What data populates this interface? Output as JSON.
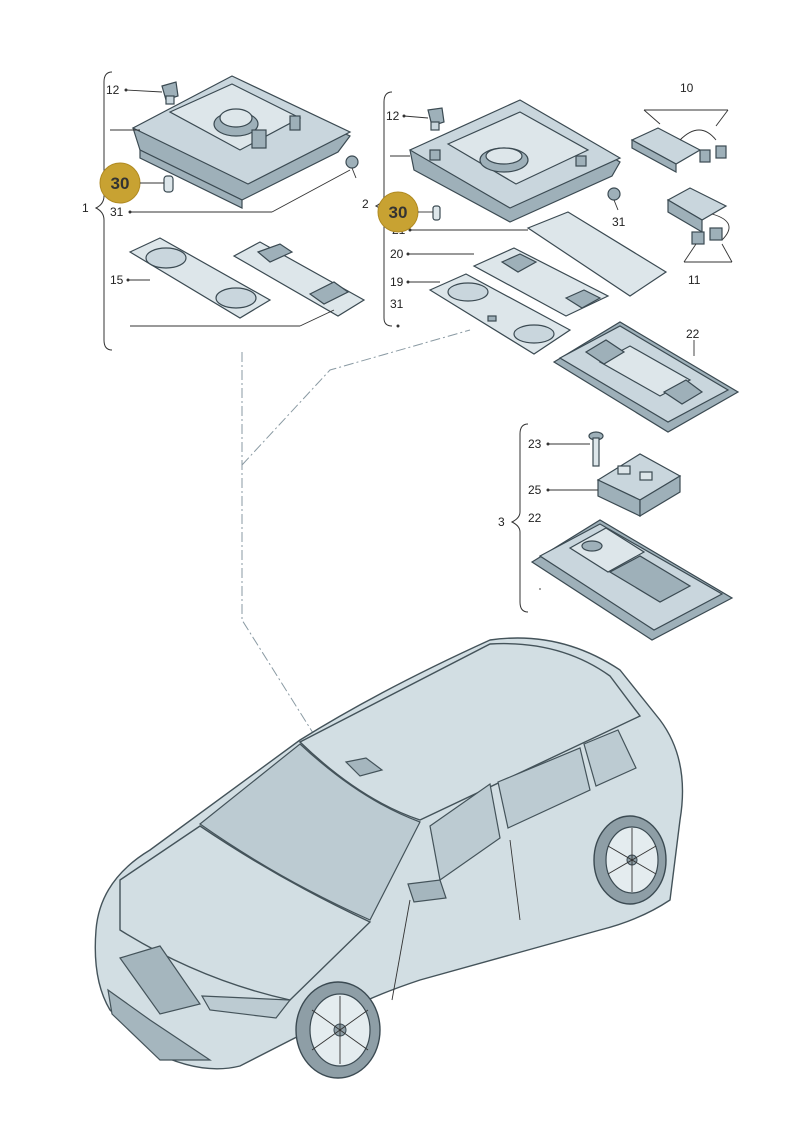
{
  "diagram": {
    "callouts": {
      "c12a": "12",
      "c1": "1",
      "c31a": "31",
      "c15": "15",
      "c12b": "12",
      "c2": "2",
      "c21": "21",
      "c20": "20",
      "c19": "19",
      "c31b": "31",
      "c31c": "31",
      "c10": "10",
      "c11": "11",
      "c22a": "22",
      "c23": "23",
      "c25": "25",
      "c3": "3",
      "c22b": "22"
    },
    "highlights": {
      "h30a": "30",
      "h30b": "30"
    },
    "highlight_color": "#c8a232"
  }
}
